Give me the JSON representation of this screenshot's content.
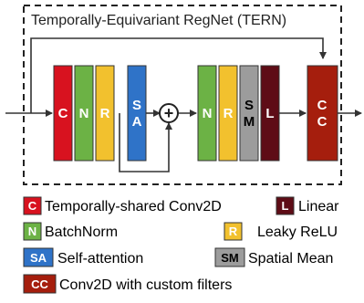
{
  "title": "Temporally-Equivariant RegNet (TERN)",
  "colors": {
    "conv": "#d8121f",
    "batchnorm": "#6cb245",
    "relu": "#f2c12e",
    "attention": "#2f73c8",
    "spatial_mean": "#9c9c9c",
    "linear": "#5e0c16",
    "custom": "#a51e0d",
    "stroke": "#333333"
  },
  "blocks": {
    "conv": "C",
    "bn1": "N",
    "relu1": "R",
    "sa": "S\nA",
    "bn2": "N",
    "relu2": "R",
    "sm": "S\nM",
    "linear": "L",
    "custom": "C\nC",
    "plus": "+"
  },
  "legend": {
    "conv": {
      "swatch": "C",
      "label": "Temporally-shared Conv2D"
    },
    "linear": {
      "swatch": "L",
      "label": "Linear"
    },
    "batchnorm": {
      "swatch": "N",
      "label": "BatchNorm"
    },
    "relu": {
      "swatch": "R",
      "label": "Leaky ReLU"
    },
    "attention": {
      "swatch": "SA",
      "label": "Self-attention"
    },
    "spatial_mean": {
      "swatch": "SM",
      "label": "Spatial Mean"
    },
    "custom": {
      "swatch": "CC",
      "label": "Conv2D with custom filters"
    }
  }
}
